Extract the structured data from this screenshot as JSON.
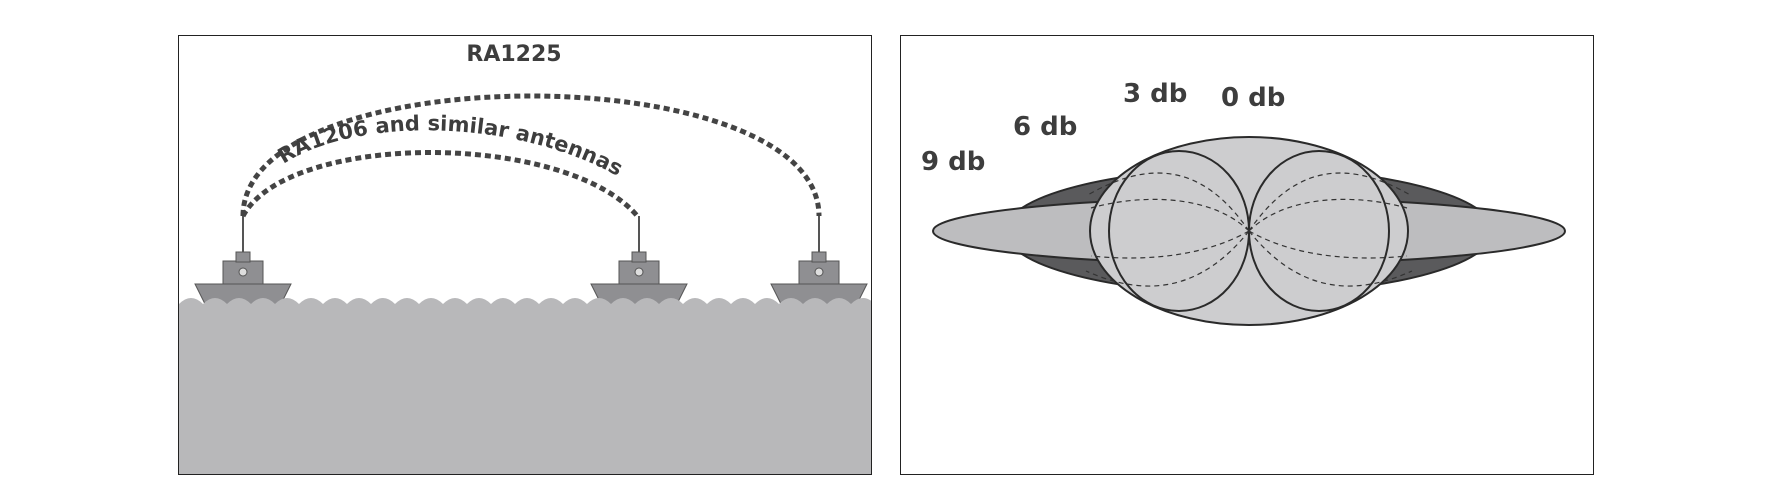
{
  "left_diagram": {
    "long_range_label": "RA1225",
    "short_range_label": "RA1206 and similar antennas",
    "colors": {
      "sea": "#b8b8ba",
      "boat": "#8f8f92",
      "signal": "#444444"
    }
  },
  "right_diagram": {
    "gain_labels": [
      "0 db",
      "3 db",
      "6 db",
      "9 db"
    ],
    "colors": {
      "lobe_dark": "#5a5a5c",
      "lobe_light": "#bdbdbf",
      "lobe_mid": "#cdcdcf",
      "outline": "#2a2a2a"
    }
  }
}
